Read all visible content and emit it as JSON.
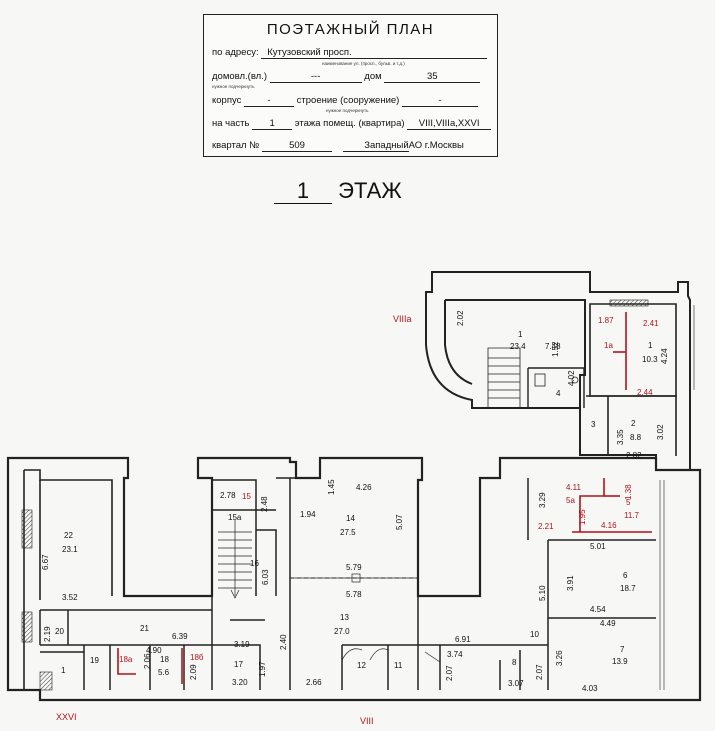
{
  "header": {
    "title": "ПОЭТАЖНЫЙ ПЛАН",
    "address_label": "по адресу:",
    "address_value": "Кутузовский просп.",
    "address_hint": "наименование ул. (просп., бульв. и т.д.)",
    "domovl_label": "домовл.(вл.)",
    "domovl_value": "---",
    "domovl_hint": "нужное подчеркнуть",
    "dom_label": "дом",
    "dom_value": "35",
    "korpus_label": "корпус",
    "korpus_value": "-",
    "stroenie_label": "строение (сооружение)",
    "stroenie_value": "-",
    "stroenie_hint": "нужное подчеркнуть",
    "part_label": "на часть",
    "part_value": "1",
    "floor_label": "этажа помещ. (квартира)",
    "floor_value": "VIII,VIIIa,XXVI",
    "kvartal_label": "квартал №",
    "kvartal_value": "509",
    "district_value": "Западный",
    "district_suffix": "АО г.Москвы"
  },
  "floor_heading": {
    "number": "1",
    "word": "ЭТАЖ"
  },
  "plan": {
    "section_labels": {
      "viiia": "VIIIa",
      "xxvi": "XXVI",
      "viii": "VIII"
    },
    "labels": [
      "2.02",
      "1",
      "23.4",
      "7.48",
      "1.52",
      "4.02",
      "4",
      "1.87",
      "2.41",
      "1a",
      "1",
      "10.3",
      "4.24",
      "2.44",
      "3",
      "3.35",
      "2",
      "8.8",
      "3.02",
      "2.82",
      "2.78",
      "15",
      "15a",
      "2.48",
      "1.94",
      "1.45",
      "4.26",
      "14",
      "27.5",
      "5.07",
      "16",
      "6.03",
      "5.79",
      "5.78",
      "13",
      "27.0",
      "22",
      "23.1",
      "6.67",
      "3.52",
      "2.19",
      "20",
      "21",
      "6.39",
      "4.90",
      "18a",
      "2.06",
      "18",
      "5.6",
      "2.09",
      "18б",
      "3.19",
      "17",
      "1.97",
      "3.20",
      "2.40",
      "1",
      "19",
      "2.66",
      "12",
      "11",
      "6.91",
      "3.74",
      "2.07",
      "8",
      "2.07",
      "3.07",
      "3.29",
      "4.11",
      "1.38",
      "5a",
      "5",
      "11.7",
      "1.95",
      "2.21",
      "4.16",
      "5.01",
      "3.91",
      "6",
      "18.7",
      "5.10",
      "4.54",
      "4.49",
      "10",
      "3.26",
      "7",
      "13.9",
      "4.03"
    ]
  }
}
